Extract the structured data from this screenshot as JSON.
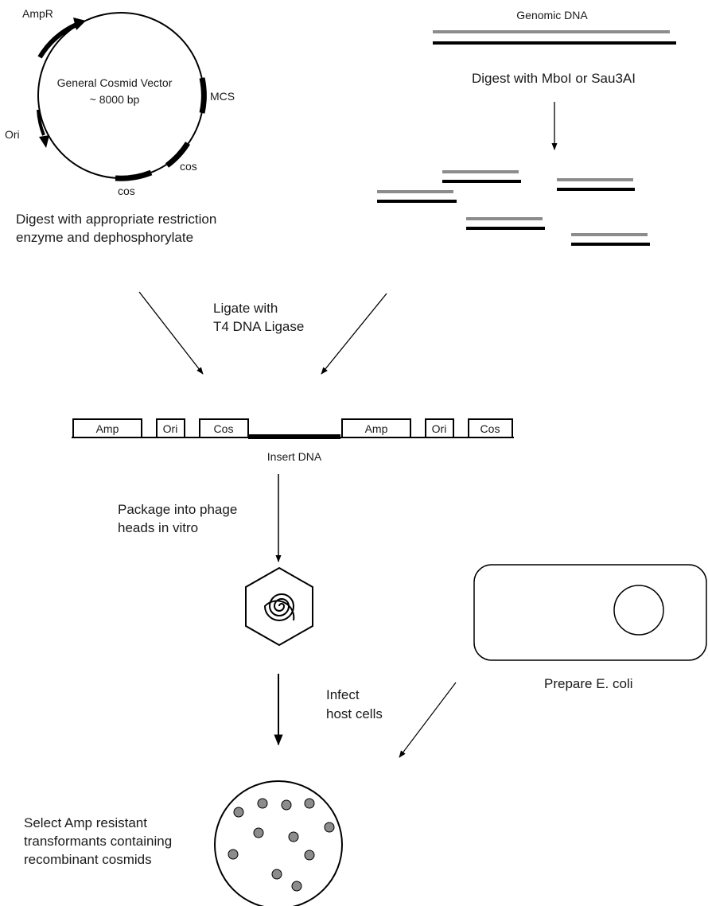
{
  "plasmid": {
    "title_line1": "General Cosmid Vector",
    "title_line2": "~ 8000 bp",
    "labels": {
      "ampr": "AmpR",
      "mcs": "MCS",
      "ori": "Ori",
      "cos_right": "cos",
      "cos_bottom": "cos"
    },
    "step_line1": "Digest with appropriate restriction",
    "step_line2": "enzyme and dephosphorylate"
  },
  "genomic": {
    "title": "Genomic DNA",
    "step": "Digest with MboI or Sau3AI"
  },
  "ligation": {
    "line1": "Ligate with",
    "line2": "T4 DNA Ligase"
  },
  "construct": {
    "segments": [
      "Amp",
      "Ori",
      "Cos",
      "Amp",
      "Ori",
      "Cos"
    ],
    "insert_label": "Insert DNA"
  },
  "package": {
    "line1": "Package into phage",
    "line2": "heads in vitro"
  },
  "ecoli": {
    "label": "Prepare E. coli"
  },
  "infect": {
    "line1": "Infect",
    "line2": "host cells"
  },
  "select": {
    "line1": "Select Amp resistant",
    "line2": "transformants containing",
    "line3": "recombinant cosmids"
  },
  "colors": {
    "strand_dark": "#000000",
    "strand_light": "#8c8c8c",
    "colony_fill": "#8c8c8c"
  }
}
